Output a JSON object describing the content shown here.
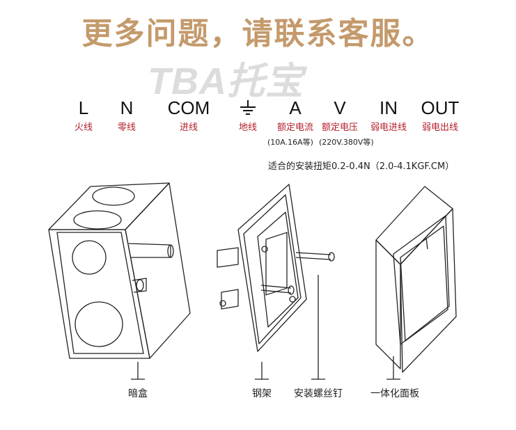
{
  "headline": "更多问题，请联系客服。",
  "logo": "TBA托宝",
  "symbols": [
    {
      "code": "L",
      "label": "火线"
    },
    {
      "code": "N",
      "label": "零线"
    },
    {
      "code": "COM",
      "label": "进线"
    },
    {
      "code": "",
      "label": "地线",
      "icon": "ground-icon"
    },
    {
      "code": "A",
      "label": "额定电流"
    },
    {
      "code": "V",
      "label": "额定电压"
    },
    {
      "code": "IN",
      "label": "弱电进线"
    },
    {
      "code": "OUT",
      "label": "弱电出线"
    }
  ],
  "notes": {
    "current": "(10A.16A等)",
    "voltage": "(220V.380V等)",
    "torque": "适合的安装扭矩0.2-0.4N（2.0-4.1KGF.CM）"
  },
  "parts": {
    "box": "暗盒",
    "frame": "钢架",
    "screw": "安装螺丝钉",
    "panel": "一体化面板"
  },
  "colors": {
    "headline": "#c49a6c",
    "label_red": "#b3202b",
    "logo_gray": "#dcdcdc"
  }
}
